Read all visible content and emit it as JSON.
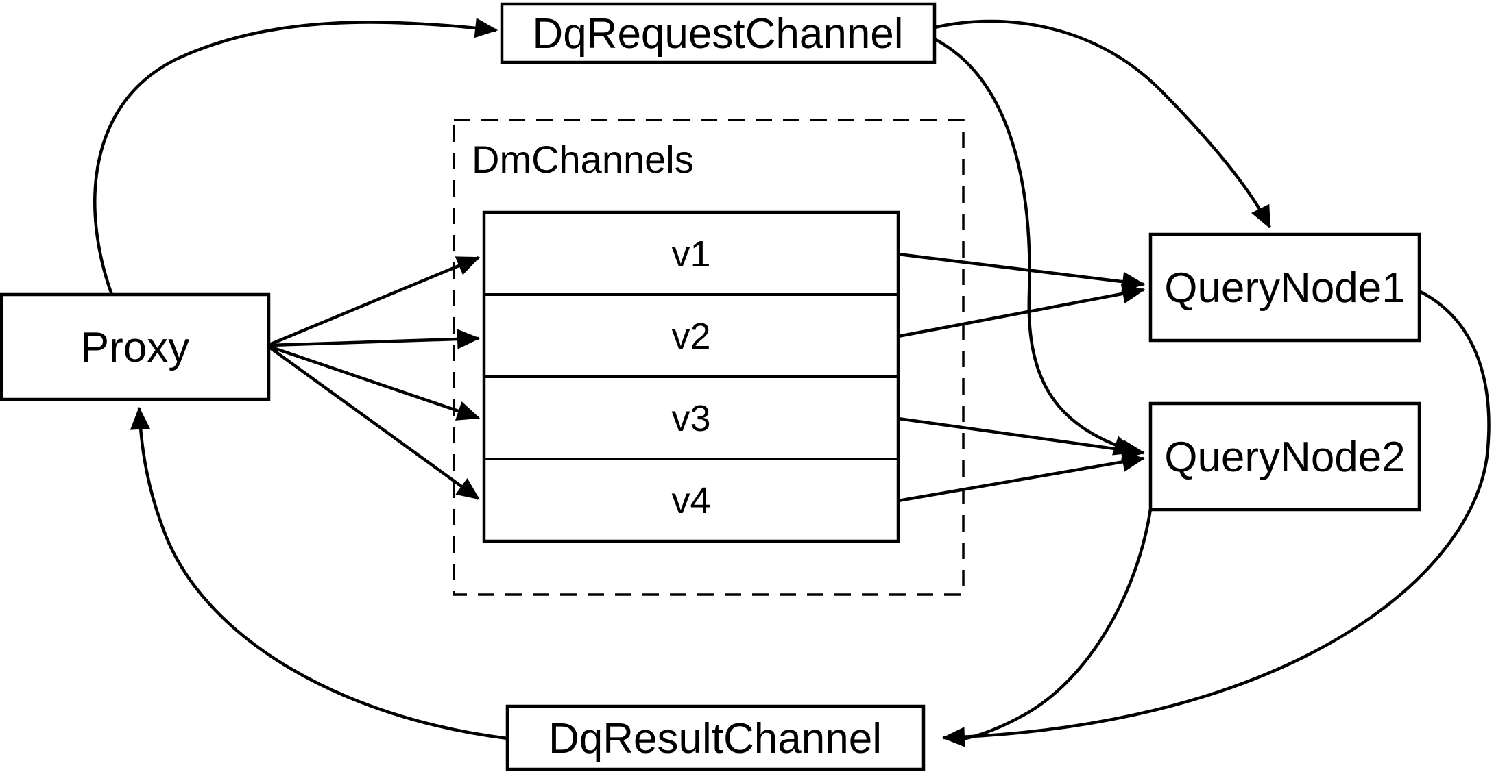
{
  "diagram": {
    "background_color": "#ffffff",
    "stroke_color": "#000000",
    "nodes": {
      "proxy": {
        "label": "Proxy"
      },
      "dq_request_channel": {
        "label": "DqRequestChannel"
      },
      "dm_channels": {
        "label": "DmChannels",
        "channels": [
          {
            "label": "v1"
          },
          {
            "label": "v2"
          },
          {
            "label": "v3"
          },
          {
            "label": "v4"
          }
        ]
      },
      "query_node_1": {
        "label": "QueryNode1"
      },
      "query_node_2": {
        "label": "QueryNode2"
      },
      "dq_result_channel": {
        "label": "DqResultChannel"
      }
    },
    "edges": [
      {
        "from": "Proxy",
        "to": "DqRequestChannel"
      },
      {
        "from": "Proxy",
        "to": "v1"
      },
      {
        "from": "Proxy",
        "to": "v2"
      },
      {
        "from": "Proxy",
        "to": "v3"
      },
      {
        "from": "Proxy",
        "to": "v4"
      },
      {
        "from": "v1",
        "to": "QueryNode1"
      },
      {
        "from": "v2",
        "to": "QueryNode1"
      },
      {
        "from": "v3",
        "to": "QueryNode2"
      },
      {
        "from": "v4",
        "to": "QueryNode2"
      },
      {
        "from": "DqRequestChannel",
        "to": "QueryNode1"
      },
      {
        "from": "DqRequestChannel",
        "to": "QueryNode2"
      },
      {
        "from": "QueryNode1",
        "to": "DqResultChannel"
      },
      {
        "from": "QueryNode2",
        "to": "DqResultChannel"
      },
      {
        "from": "DqResultChannel",
        "to": "Proxy"
      }
    ]
  }
}
